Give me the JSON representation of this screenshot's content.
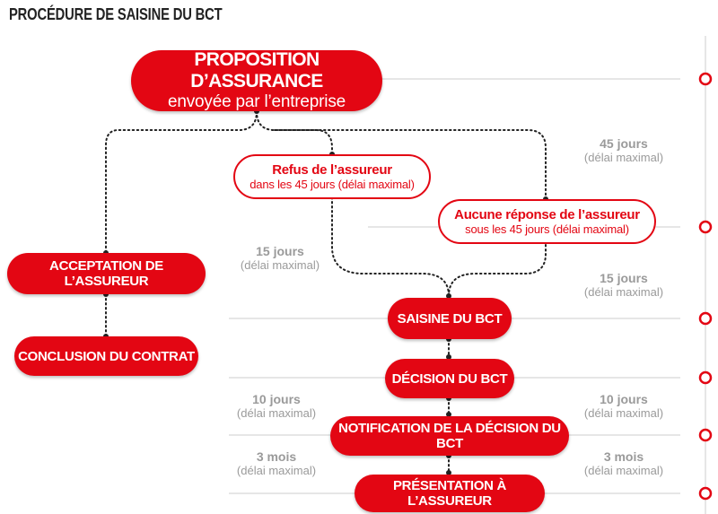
{
  "title": "PROCÉDURE DE SAISINE DU BCT",
  "colors": {
    "accent": "#e30613",
    "line": "#cccccc",
    "connector": "#222222",
    "muted": "#9a9a9a"
  },
  "nodes": {
    "proposition": {
      "title": "PROPOSITION D’ASSURANCE",
      "subtitle": "envoyée par l’entreprise"
    },
    "refus": {
      "title": "Refus de l’assureur",
      "subtitle": "dans les 45 jours (délai maximal)"
    },
    "aucune_reponse": {
      "title": "Aucune réponse de l’assureur",
      "subtitle": "sous les 45 jours (délai maximal)"
    },
    "acceptation": {
      "title": "ACCEPTATION DE L’ASSUREUR"
    },
    "conclusion": {
      "title": "CONCLUSION DU CONTRAT"
    },
    "saisine": {
      "title": "SAISINE DU BCT"
    },
    "decision": {
      "title": "DÉCISION DU BCT"
    },
    "notification": {
      "title": "NOTIFICATION DE LA DÉCISION DU BCT"
    },
    "presentation": {
      "title": "PRÉSENTATION À L’ASSUREUR"
    }
  },
  "durations": {
    "right_45": {
      "days": "45 jours",
      "note": "(délai maximal)"
    },
    "left_15": {
      "days": "15 jours",
      "note": "(délai maximal)"
    },
    "right_15": {
      "days": "15 jours",
      "note": "(délai maximal)"
    },
    "left_10": {
      "days": "10 jours",
      "note": "(délai maximal)"
    },
    "right_10": {
      "days": "10 jours",
      "note": "(délai maximal)"
    },
    "left_3": {
      "days": "3 mois",
      "note": "(délai maximal)"
    },
    "right_3": {
      "days": "3 mois",
      "note": "(délai maximal)"
    }
  }
}
